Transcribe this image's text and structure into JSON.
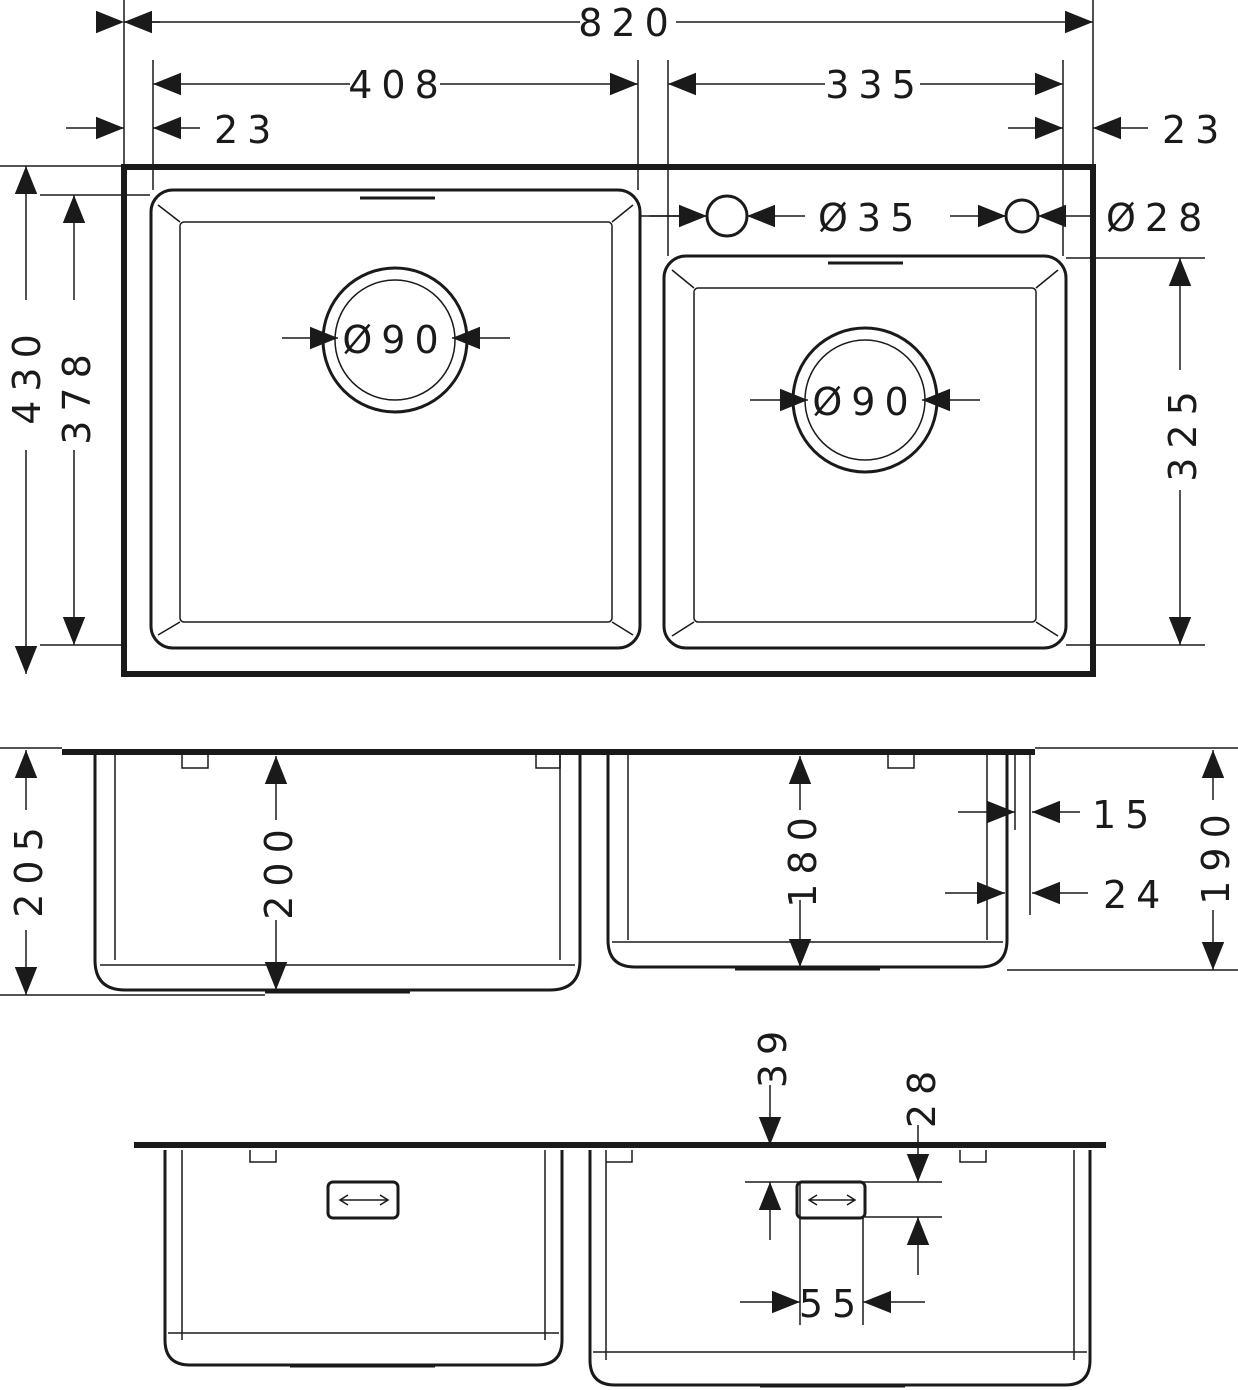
{
  "drawing": {
    "top_view": {
      "overall_width": "820",
      "left_bowl_width": "408",
      "right_bowl_width": "335",
      "left_margin": "23",
      "right_margin": "23",
      "tap_hole_large": "Ø35",
      "tap_hole_small": "Ø28",
      "left_drain": "Ø90",
      "right_drain": "Ø90",
      "overall_depth": "430",
      "left_bowl_depth": "378",
      "right_bowl_depth": "325"
    },
    "side_view": {
      "overall_height": "205",
      "left_bowl_height": "200",
      "right_bowl_height": "180",
      "rim_offset_a": "15",
      "rim_offset_b": "24",
      "right_overall_height": "190"
    },
    "front_view": {
      "overflow_top": "39",
      "overflow_offset": "28",
      "overflow_width": "55"
    }
  }
}
